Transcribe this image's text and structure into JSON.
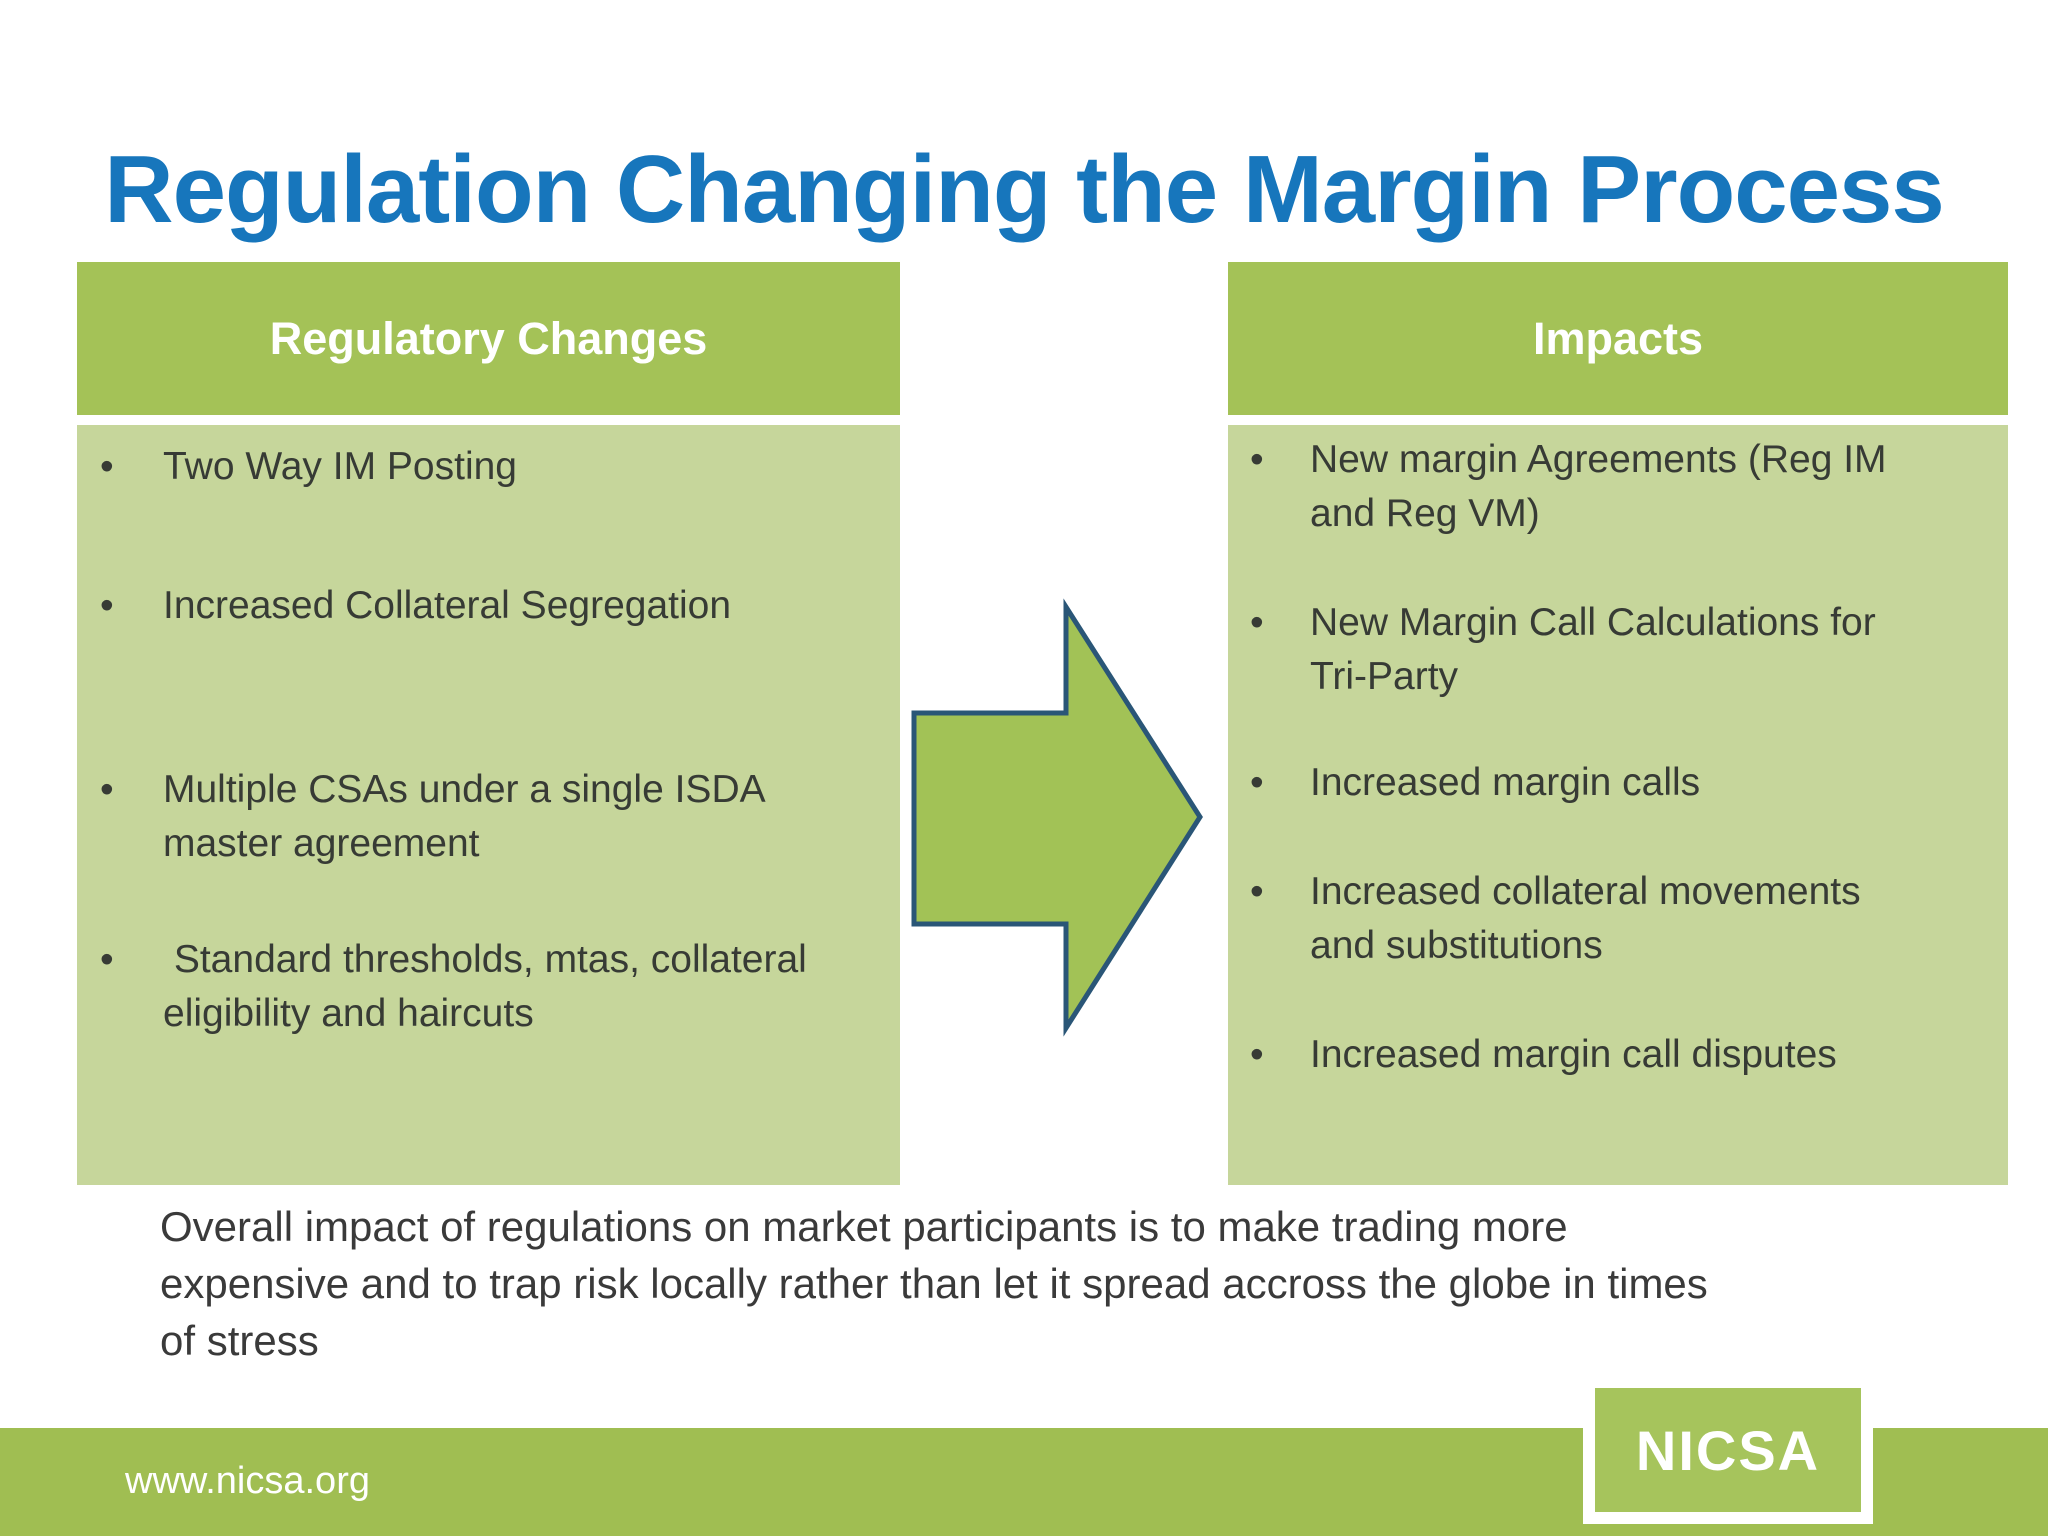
{
  "slide": {
    "title": "Regulation Changing the Margin Process",
    "bullet_glyph": "•",
    "left_panel": {
      "header": "Regulatory Changes",
      "bullets": [
        "Two Way IM Posting",
        "Increased Collateral Segregation",
        "Multiple CSAs under a single ISDA\nmaster agreement",
        " Standard thresholds, mtas, collateral\neligibility and haircuts"
      ]
    },
    "right_panel": {
      "header": "Impacts",
      "bullets": [
        "New margin Agreements (Reg IM\nand Reg VM)",
        "New Margin Call Calculations for\nTri-Party",
        "Increased margin calls",
        "Increased collateral movements\nand substitutions",
        "Increased margin call disputes"
      ]
    },
    "summary": "Overall impact of regulations on market participants is to make trading more\nexpensive and to trap risk locally rather than let it spread accross the globe in times\nof stress",
    "footer": {
      "url": "www.nicsa.org",
      "logo_text": "NICSA"
    },
    "colors": {
      "title_blue": "#1776BC",
      "header_green": "#A4C257",
      "body_green": "#C6D69B",
      "footer_green": "#A0BE52",
      "arrow_fill": "#A2C256",
      "arrow_border": "#2A5677",
      "text_dark": "#373B35"
    }
  }
}
